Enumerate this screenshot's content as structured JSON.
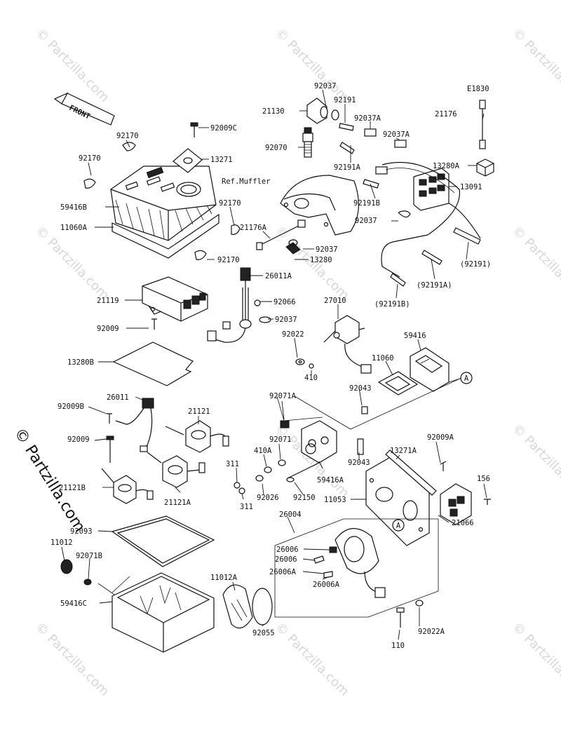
{
  "diagram": {
    "code": "E1830",
    "front_label": "FRONT",
    "side_watermark": "© Partzilla.com",
    "watermark": "© Partzilla.com",
    "labels": {
      "p92009C": "92009C",
      "p13271": "13271",
      "p92170a": "92170",
      "p92170b": "92170",
      "p59416B": "59416B",
      "p11060A": "11060A",
      "p92170c": "92170",
      "p92170d": "92170",
      "p92037a": "92037",
      "p21130": "21130",
      "p92191": "92191",
      "p92037A_1": "92037A",
      "p92037A_2": "92037A",
      "p92070": "92070",
      "p92191A": "92191A",
      "p92191B": "92191B",
      "pRefMuffler": "Ref.Muffler",
      "p21176": "21176",
      "p13280A": "13280A",
      "p13091": "13091",
      "p92037b": "92037",
      "p92191p": "(92191)",
      "p92191Ap": "(92191A)",
      "p92191Bp": "(92191B)",
      "p21176A": "21176A",
      "p92037c": "92037",
      "p13280": "13280",
      "p26011A": "26011A",
      "p21119": "21119",
      "p92066": "92066",
      "p92037d": "92037",
      "p92009": "92009",
      "p27010": "27010",
      "p92022": "92022",
      "p59416": "59416",
      "p13280B": "13280B",
      "p410": "410",
      "p11060": "11060",
      "p92043a": "92043",
      "p26011": "26011",
      "p92009B": "92009B",
      "p92071A": "92071A",
      "p21121": "21121",
      "p92009b": "92009",
      "p92071": "92071",
      "p13271A": "13271A",
      "p92009A": "92009A",
      "p410A": "410A",
      "p92043b": "92043",
      "p311a": "311",
      "p311b": "311",
      "p59416A": "59416A",
      "p156": "156",
      "p21121B": "21121B",
      "p21121A": "21121A",
      "p92026": "92026",
      "p92150": "92150",
      "p11053": "11053",
      "p26004": "26004",
      "p21066": "21066",
      "p92093": "92093",
      "p11012": "11012",
      "p92071B": "92071B",
      "p26006a": "26006",
      "p26006b": "26006",
      "p26006A": "26006A",
      "p26006A2": "26006A",
      "p59416C": "59416C",
      "p11012A": "11012A",
      "p92055": "92055",
      "p110": "110",
      "p92022A": "92022A",
      "callA1": "A",
      "callA2": "A"
    }
  }
}
